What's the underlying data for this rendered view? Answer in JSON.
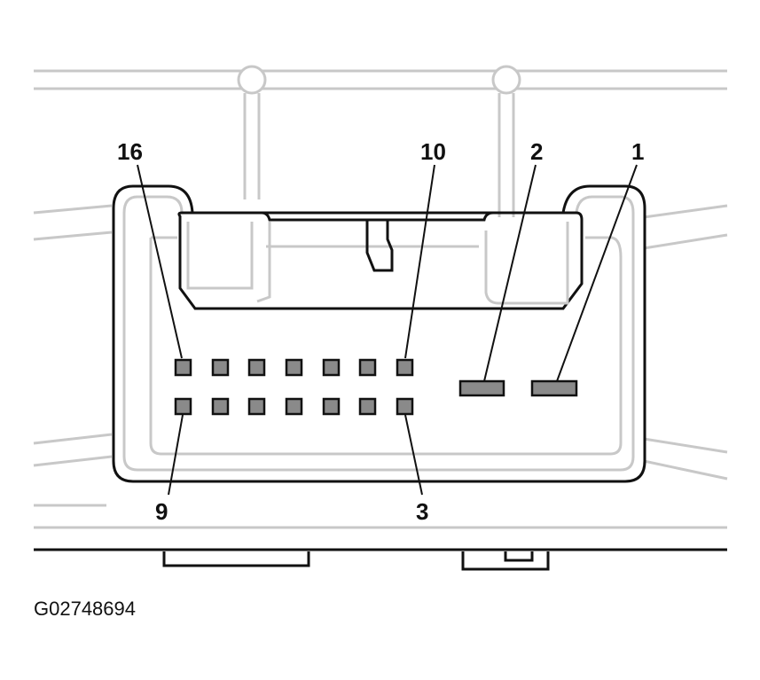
{
  "diagram": {
    "caption": "G02748694",
    "pin_labels": {
      "p16": "16",
      "p10": "10",
      "p2": "2",
      "p1": "1",
      "p9": "9",
      "p3": "3"
    },
    "colors": {
      "pin_fill": "#8a8a8a",
      "outline": "#111111",
      "ghost": "#c8c8c8"
    }
  }
}
